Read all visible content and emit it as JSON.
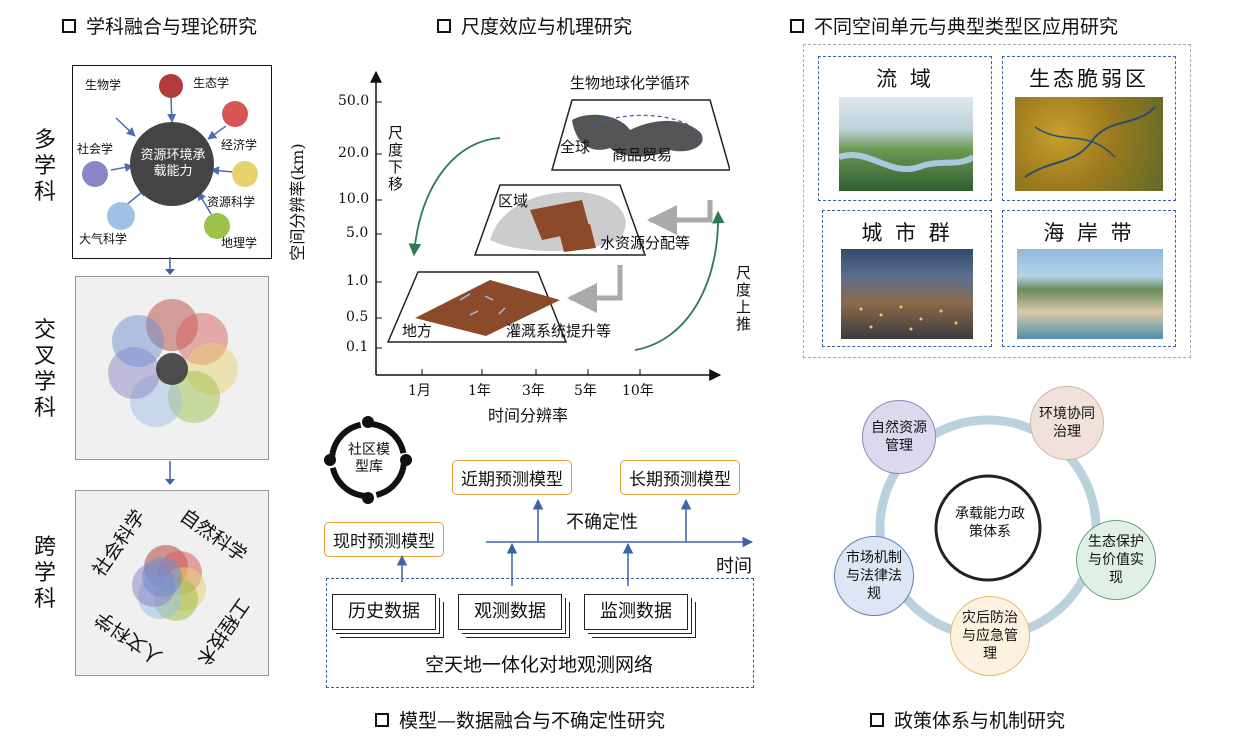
{
  "sections": {
    "s1": "学科融合与理论研究",
    "s2": "尺度效应与机理研究",
    "s3": "不同空间单元与典型类型区应用研究",
    "s4": "模型—数据融合与不确定性研究",
    "s5": "政策体系与机制研究"
  },
  "disciplines": {
    "multi": "多学科",
    "inter": "交叉学科",
    "trans": "跨学科",
    "center": "资源环境承载能力",
    "nodes": [
      "生物学",
      "生态学",
      "经济学",
      "资源科学",
      "地理学",
      "大气科学",
      "社会学"
    ],
    "trans_labels": [
      "社会科学",
      "自然科学",
      "工程技术",
      "人文科学"
    ]
  },
  "scale": {
    "y_axis": "空间分辨率(km)",
    "x_axis": "时间分辨率",
    "y_ticks": [
      "50.0",
      "20.0",
      "10.0",
      "5.0",
      "1.0",
      "0.5",
      "0.1"
    ],
    "x_ticks": [
      "1月",
      "1年",
      "3年",
      "5年",
      "10年"
    ],
    "down": "尺度下移",
    "up": "尺度上推",
    "global_title": "生物地球化学循环",
    "global": "全球",
    "trade": "商品贸易",
    "region": "区域",
    "water": "水资源分配等",
    "local": "地方",
    "irrigation": "灌溉系统提升等"
  },
  "regions": [
    "流 域",
    "生态脆弱区",
    "城 市 群",
    "海 岸 带"
  ],
  "models": {
    "library": "社区模型库",
    "nowcast": "现时预测模型",
    "near": "近期预测模型",
    "long": "长期预测模型",
    "uncertainty": "不确定性",
    "time": "时间",
    "data": [
      "历史数据",
      "观测数据",
      "监测数据"
    ],
    "network": "空天地一体化对地观测网络"
  },
  "policy": {
    "center": "承载能力政策体系",
    "nodes": [
      "自然资源管理",
      "环境协同治理",
      "生态保护与价值实现",
      "灾后防治与应急管理",
      "市场机制与法律法规"
    ]
  }
}
